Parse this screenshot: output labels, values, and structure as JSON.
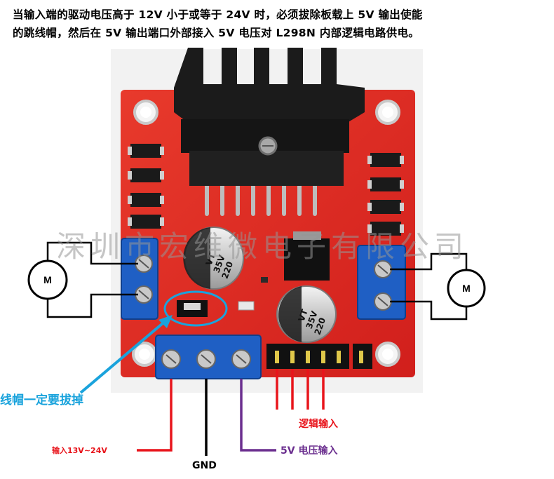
{
  "heading": {
    "line1": "当输入端的驱动电压高于 12V 小于或等于 24V 时，必须拔除板载上 5V 输出使能",
    "line2": "的跳线帽，然后在 5V 输出端口外部接入 5V 电压对 L298N 内部逻辑电路供电。"
  },
  "watermark": "深圳市宏维微电子有限公司",
  "capacitor": {
    "value": "220",
    "voltage": "35V",
    "series": "VT"
  },
  "motor_label": "M",
  "labels": {
    "jumper_note": "线帽一定要拔掉",
    "logic_input": "逻辑输入",
    "voltage_input": "输入13V~24V",
    "ground": "GND",
    "five_v_input": "5V 电压输入"
  },
  "colors": {
    "board": "#e32a25",
    "terminal": "#1f5fc4",
    "heatsink": "#1b1b1b",
    "callout": "#1aa3dc",
    "power_wire": "#e8141b",
    "five_v_wire": "#6b2f8f"
  }
}
